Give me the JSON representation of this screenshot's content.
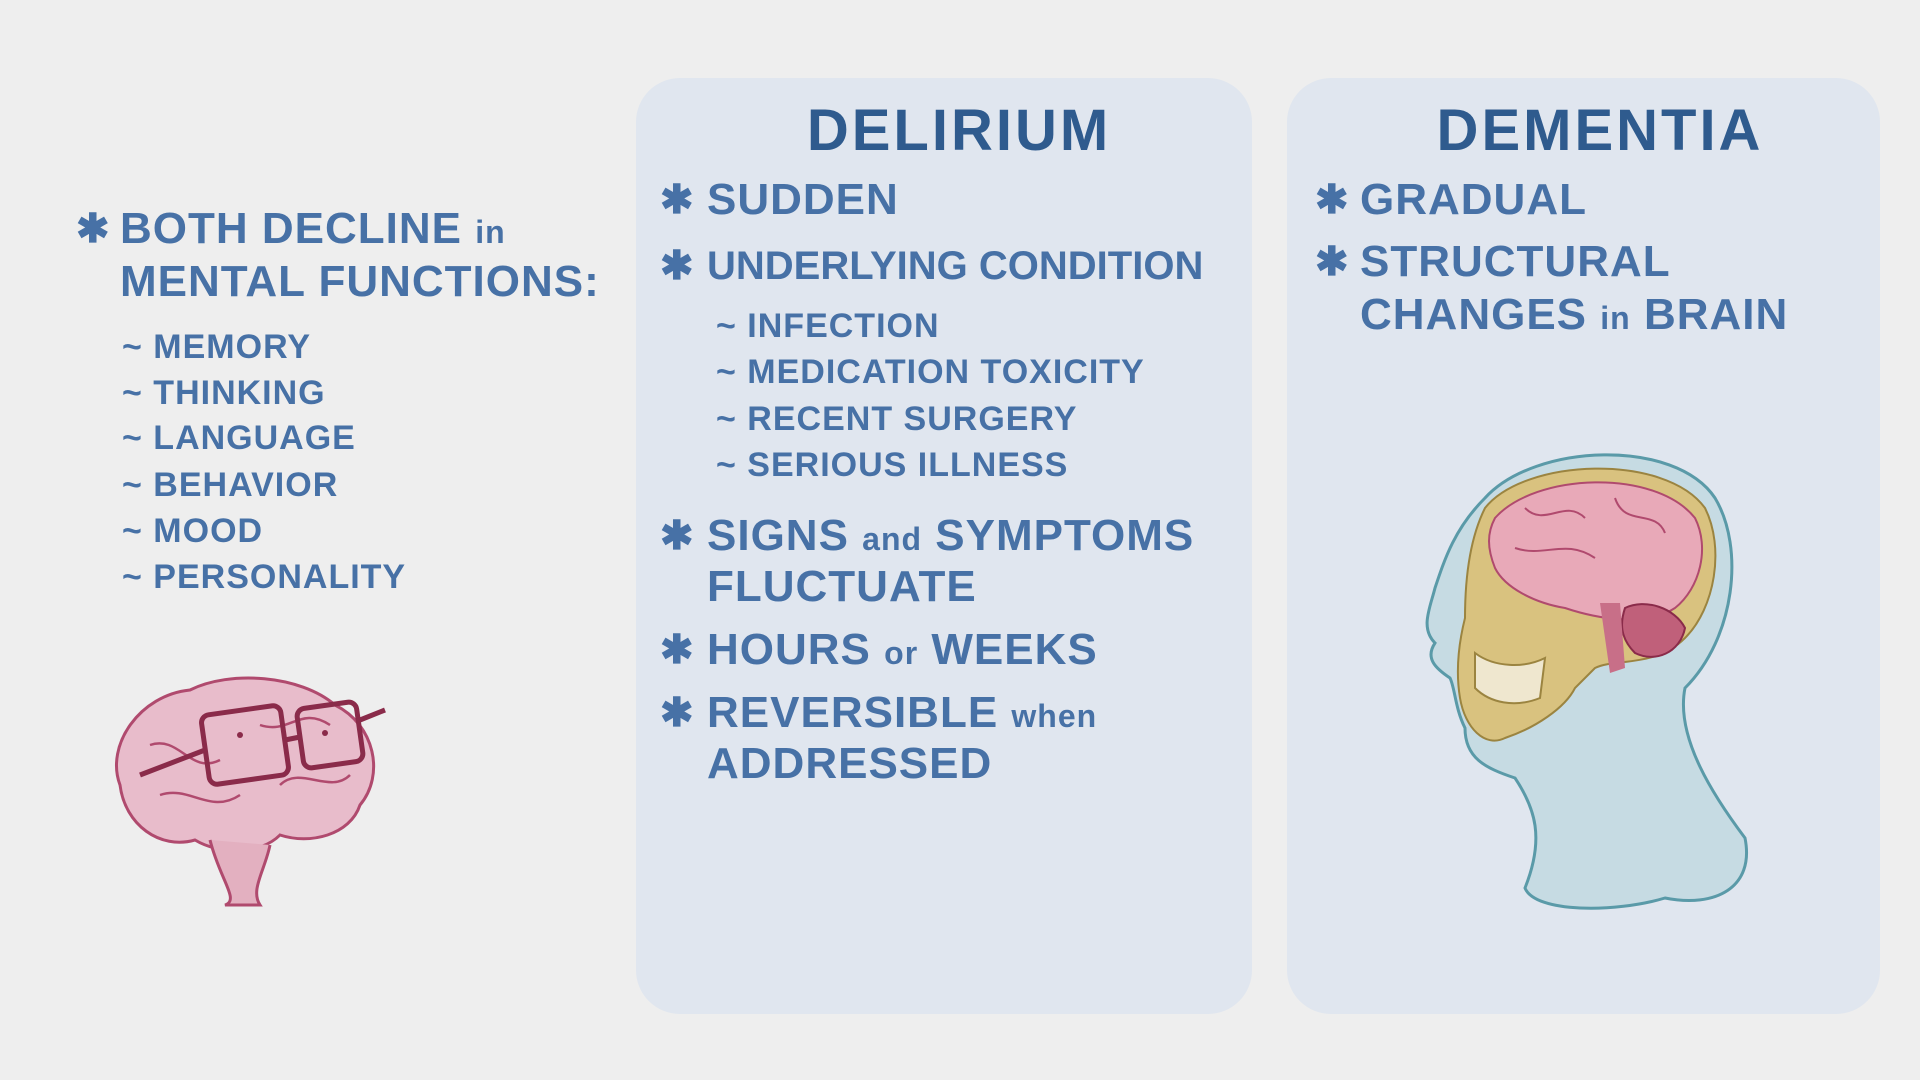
{
  "left": {
    "bullet": "✱",
    "line1": "BOTH DECLINE",
    "line1_small": "in",
    "line2": "MENTAL FUNCTIONS:",
    "items": [
      "~ MEMORY",
      "~ THINKING",
      "~ LANGUAGE",
      "~ BEHAVIOR",
      "~ MOOD",
      "~ PERSONALITY"
    ],
    "illustration": "brain-with-glasses"
  },
  "delirium": {
    "title": "DELIRIUM",
    "bullet": "✱",
    "sudden": "SUDDEN",
    "underlying": "UNDERLYING CONDITION",
    "causes": [
      "~ INFECTION",
      "~ MEDICATION TOXICITY",
      "~ RECENT SURGERY",
      "~ SERIOUS ILLNESS"
    ],
    "signs_a": "SIGNS",
    "signs_and": "and",
    "signs_b": "SYMPTOMS",
    "fluctuate": "FLUCTUATE",
    "hours_a": "HOURS",
    "hours_or": "or",
    "hours_b": "WEEKS",
    "reversible": "REVERSIBLE",
    "reversible_when": "when",
    "addressed": "ADDRESSED"
  },
  "dementia": {
    "title": "DEMENTIA",
    "bullet": "✱",
    "gradual": "GRADUAL",
    "structural": "STRUCTURAL",
    "changes": "CHANGES",
    "changes_in": "in",
    "brain": "BRAIN",
    "illustration": "head-sagittal-brain"
  },
  "colors": {
    "background": "#eeeeee",
    "card": "#e0e6ef",
    "text": "#4771a6",
    "title": "#2f5b8e",
    "brain": "#e8b9c8",
    "brain_outline": "#b04a6e"
  }
}
